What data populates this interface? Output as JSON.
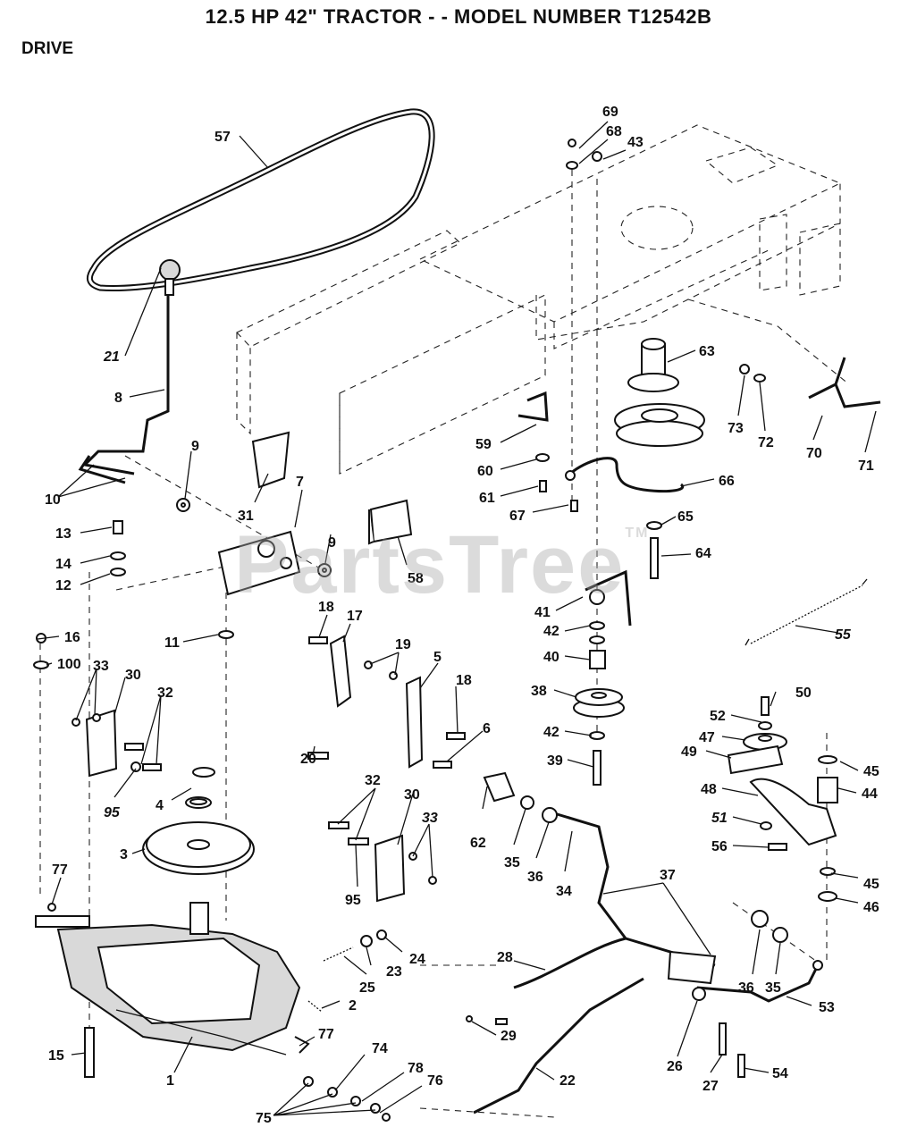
{
  "header": {
    "title": "12.5 HP 42\" TRACTOR - - MODEL NUMBER T12542B",
    "section": "DRIVE"
  },
  "watermark": {
    "text": "PartsTree",
    "tm": "TM"
  },
  "callouts": [
    {
      "id": "57",
      "italic": false
    },
    {
      "id": "69",
      "italic": false
    },
    {
      "id": "68",
      "italic": false
    },
    {
      "id": "43",
      "italic": false
    },
    {
      "id": "21",
      "italic": true
    },
    {
      "id": "8",
      "italic": false
    },
    {
      "id": "9",
      "italic": false
    },
    {
      "id": "10",
      "italic": false
    },
    {
      "id": "31",
      "italic": false
    },
    {
      "id": "7",
      "italic": false
    },
    {
      "id": "9b",
      "label": "9",
      "italic": false
    },
    {
      "id": "13",
      "italic": false
    },
    {
      "id": "14",
      "italic": false
    },
    {
      "id": "12",
      "italic": false
    },
    {
      "id": "58",
      "italic": false
    },
    {
      "id": "63",
      "italic": false
    },
    {
      "id": "73",
      "italic": false
    },
    {
      "id": "72",
      "italic": false
    },
    {
      "id": "70",
      "italic": false
    },
    {
      "id": "71",
      "italic": false
    },
    {
      "id": "59",
      "italic": false
    },
    {
      "id": "60",
      "italic": false
    },
    {
      "id": "61",
      "italic": false
    },
    {
      "id": "67",
      "italic": false
    },
    {
      "id": "66",
      "italic": false
    },
    {
      "id": "65",
      "italic": false
    },
    {
      "id": "64",
      "italic": false
    },
    {
      "id": "16",
      "italic": false
    },
    {
      "id": "100",
      "italic": false
    },
    {
      "id": "11",
      "italic": false
    },
    {
      "id": "18",
      "italic": false
    },
    {
      "id": "17",
      "italic": false
    },
    {
      "id": "19",
      "italic": false
    },
    {
      "id": "5",
      "italic": false
    },
    {
      "id": "18b",
      "label": "18",
      "italic": false
    },
    {
      "id": "6",
      "italic": false
    },
    {
      "id": "20",
      "italic": false
    },
    {
      "id": "41",
      "italic": false
    },
    {
      "id": "42",
      "italic": false
    },
    {
      "id": "40",
      "italic": false
    },
    {
      "id": "55",
      "italic": true
    },
    {
      "id": "33",
      "italic": false
    },
    {
      "id": "30",
      "italic": false
    },
    {
      "id": "32",
      "italic": false
    },
    {
      "id": "95",
      "italic": true
    },
    {
      "id": "38",
      "italic": false
    },
    {
      "id": "42b",
      "label": "42",
      "italic": false
    },
    {
      "id": "39",
      "italic": false
    },
    {
      "id": "52",
      "italic": false
    },
    {
      "id": "50",
      "italic": false
    },
    {
      "id": "47",
      "italic": false
    },
    {
      "id": "49",
      "italic": false
    },
    {
      "id": "45",
      "italic": false
    },
    {
      "id": "44",
      "italic": false
    },
    {
      "id": "48",
      "italic": false
    },
    {
      "id": "51",
      "italic": true
    },
    {
      "id": "56",
      "italic": false
    },
    {
      "id": "4",
      "italic": false
    },
    {
      "id": "3",
      "italic": false
    },
    {
      "id": "32b",
      "label": "32",
      "italic": false
    },
    {
      "id": "30b",
      "label": "30",
      "italic": false
    },
    {
      "id": "33b",
      "label": "33",
      "italic": true
    },
    {
      "id": "95b",
      "label": "95",
      "italic": false
    },
    {
      "id": "62",
      "italic": false
    },
    {
      "id": "35",
      "italic": false
    },
    {
      "id": "36",
      "italic": false
    },
    {
      "id": "34",
      "italic": false
    },
    {
      "id": "37",
      "italic": false
    },
    {
      "id": "45b",
      "label": "45",
      "italic": false
    },
    {
      "id": "46",
      "italic": false
    },
    {
      "id": "77",
      "italic": false
    },
    {
      "id": "25",
      "italic": false
    },
    {
      "id": "23",
      "italic": false
    },
    {
      "id": "24",
      "italic": false
    },
    {
      "id": "28",
      "italic": false
    },
    {
      "id": "36b",
      "label": "36",
      "italic": false
    },
    {
      "id": "35b",
      "label": "35",
      "italic": false
    },
    {
      "id": "2",
      "italic": false
    },
    {
      "id": "53",
      "italic": false
    },
    {
      "id": "29",
      "italic": false
    },
    {
      "id": "15",
      "italic": false
    },
    {
      "id": "1",
      "italic": false
    },
    {
      "id": "77b",
      "label": "77",
      "italic": false
    },
    {
      "id": "74",
      "italic": false
    },
    {
      "id": "78",
      "italic": false
    },
    {
      "id": "76",
      "italic": false
    },
    {
      "id": "26",
      "italic": false
    },
    {
      "id": "27",
      "italic": false
    },
    {
      "id": "54",
      "italic": false
    },
    {
      "id": "22",
      "italic": false
    },
    {
      "id": "75",
      "italic": false
    }
  ]
}
